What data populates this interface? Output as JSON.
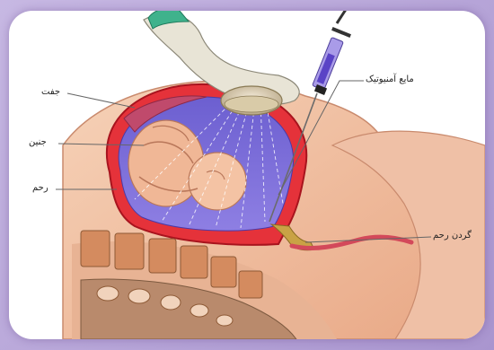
{
  "labels": {
    "placenta": "جفت",
    "fetus": "جنین",
    "uterus": "رحم",
    "amniotic_fluid": "مایع آمنیوتیک",
    "cervix": "گردن رحم"
  }
}
